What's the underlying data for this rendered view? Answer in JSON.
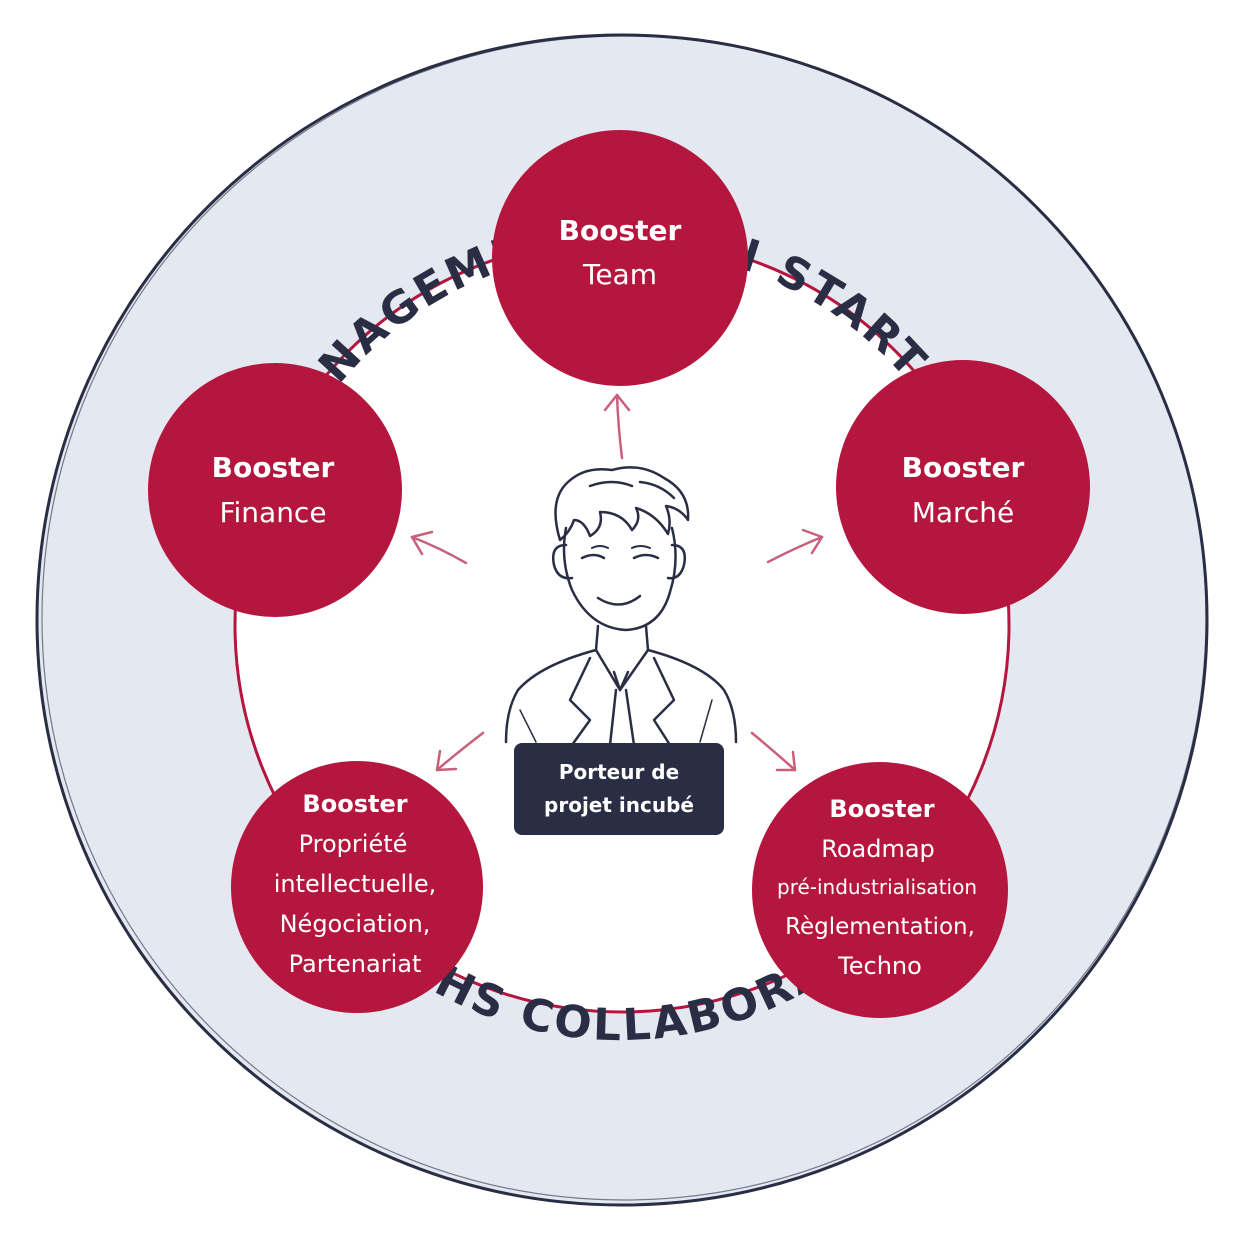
{
  "outer_ring": {
    "top_label": "MANAGEMENT LEAN START-UP",
    "bottom_label": "LUNCHS COLLABORATIFS"
  },
  "center": {
    "icon": "person-icon",
    "label_line1": "Porteur de",
    "label_line2": "projet incubé"
  },
  "boosters": {
    "team": {
      "title": "Booster",
      "lines": [
        "Team"
      ]
    },
    "marche": {
      "title": "Booster",
      "lines": [
        "Marché"
      ]
    },
    "finance": {
      "title": "Booster",
      "lines": [
        "Finance"
      ]
    },
    "propriete": {
      "title": "Booster",
      "lines": [
        "Propriété",
        "intellectuelle,",
        "Négociation,",
        "Partenariat"
      ]
    },
    "roadmap": {
      "title": "Booster",
      "lines": [
        "Roadmap",
        "pré-industrialisation",
        "Règlementation,",
        "Techno"
      ]
    }
  },
  "colors": {
    "ring_fill": "#e4e8f1",
    "ring_stroke": "#2a2e45",
    "booster_fill": "#b5163e",
    "link_stroke": "#b5163e",
    "arrow": "#c8607c",
    "label_box": "#2a2e45"
  }
}
